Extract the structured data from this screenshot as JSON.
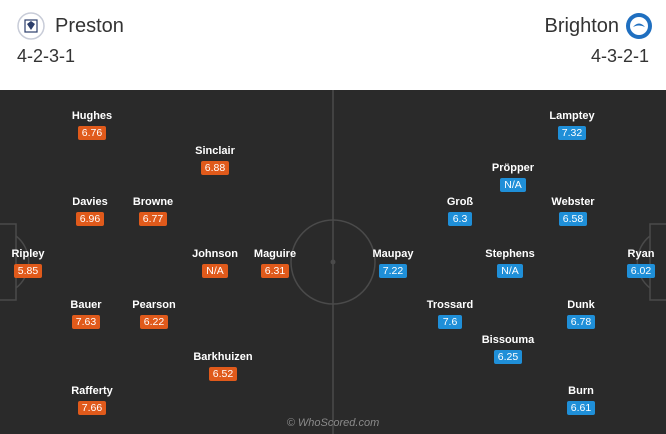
{
  "home": {
    "name": "Preston",
    "formation": "4-2-3-1",
    "color": "#e05a1b",
    "crest_icon": "preston-crest",
    "players": [
      {
        "name": "Hughes",
        "rating": "6.76"
      },
      {
        "name": "Sinclair",
        "rating": "6.88"
      },
      {
        "name": "Davies",
        "rating": "6.96"
      },
      {
        "name": "Browne",
        "rating": "6.77"
      },
      {
        "name": "Ripley",
        "rating": "5.85"
      },
      {
        "name": "Johnson",
        "rating": "N/A"
      },
      {
        "name": "Maguire",
        "rating": "6.31"
      },
      {
        "name": "Bauer",
        "rating": "7.63"
      },
      {
        "name": "Pearson",
        "rating": "6.22"
      },
      {
        "name": "Barkhuizen",
        "rating": "6.52"
      },
      {
        "name": "Rafferty",
        "rating": "7.66"
      }
    ]
  },
  "away": {
    "name": "Brighton",
    "formation": "4-3-2-1",
    "color": "#1f8fd8",
    "crest_icon": "brighton-crest",
    "players": [
      {
        "name": "Lamptey",
        "rating": "7.32"
      },
      {
        "name": "Pröpper",
        "rating": "N/A"
      },
      {
        "name": "Groß",
        "rating": "6.3"
      },
      {
        "name": "Webster",
        "rating": "6.58"
      },
      {
        "name": "Maupay",
        "rating": "7.22"
      },
      {
        "name": "Stephens",
        "rating": "N/A"
      },
      {
        "name": "Ryan",
        "rating": "6.02"
      },
      {
        "name": "Trossard",
        "rating": "7.6"
      },
      {
        "name": "Dunk",
        "rating": "6.78"
      },
      {
        "name": "Bissouma",
        "rating": "6.25"
      },
      {
        "name": "Burn",
        "rating": "6.61"
      }
    ]
  },
  "pitch_color": "#2a2a2a",
  "watermark": "© WhoScored.com"
}
